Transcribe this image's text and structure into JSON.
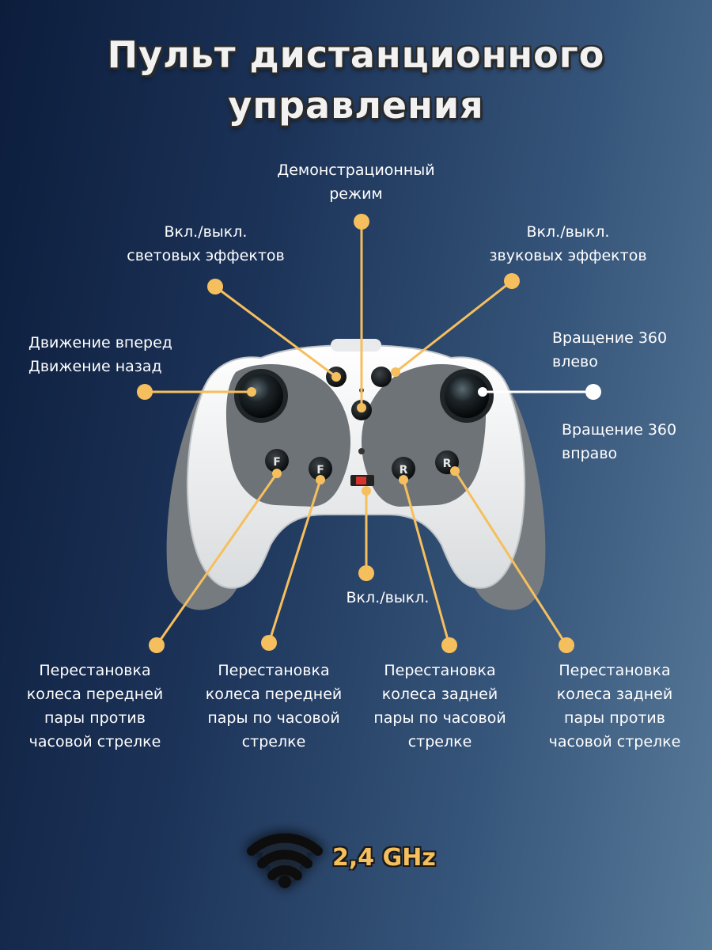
{
  "title": {
    "line1": "Пульт дистанционного",
    "line2": "управления"
  },
  "labels": {
    "demo": [
      "Демонстрационный",
      "режим"
    ],
    "lights": [
      "Вкл./выкл.",
      "световых эффектов"
    ],
    "sound": [
      "Вкл./выкл.",
      "звуковых эффектов"
    ],
    "move": [
      "Движение вперед",
      "Движение назад"
    ],
    "rotate_left": [
      "Вращение 360",
      "влево"
    ],
    "rotate_right": [
      "Вращение 360",
      "вправо"
    ],
    "power": "Вкл./выкл.",
    "front_ccw": [
      "Перестановка",
      "колеса передней",
      "пары  против",
      "часовой стрелке"
    ],
    "front_cw": [
      "Перестановка",
      "колеса передней",
      "пары  по часовой",
      "стрелке"
    ],
    "rear_cw": [
      "Перестановка",
      "колеса задней",
      "пары  по часовой",
      "стрелке"
    ],
    "rear_ccw": [
      "Перестановка",
      "колеса задней",
      "пары  против",
      "часовой стрелке"
    ]
  },
  "frequency": "2,4 GHz",
  "icons": {
    "wifi": "wifi-icon"
  },
  "buttons": {
    "b1": "F",
    "b2": "F",
    "b3": "R",
    "b4": "R"
  },
  "colors": {
    "accent": "#f6bf5e",
    "white_marker": "#ffffff",
    "background_dark": "#0c1d3c",
    "background_light": "#587a99"
  }
}
